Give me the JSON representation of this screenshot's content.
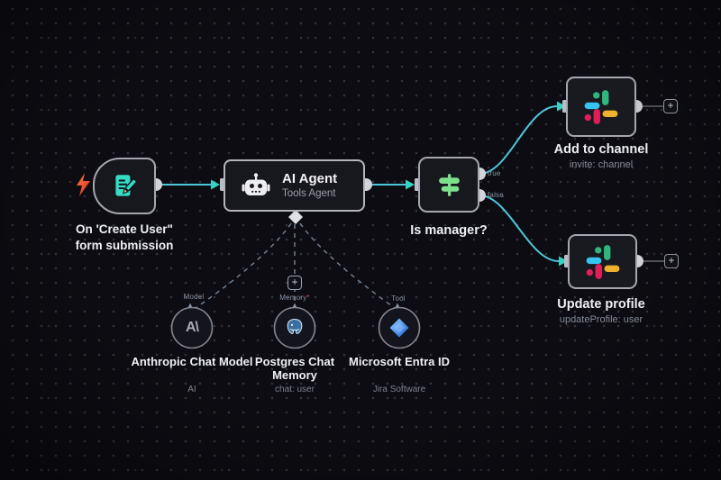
{
  "nodes": {
    "trigger": {
      "label_line1": "On 'Create User\"",
      "label_line2": "form submission"
    },
    "agent": {
      "title": "AI Agent",
      "subtitle": "Tools Agent"
    },
    "switch": {
      "label": "Is manager?",
      "output_true": "true",
      "output_false": "false"
    },
    "slack_invite": {
      "label": "Add to channel",
      "subtitle": "invite: channel"
    },
    "slack_update": {
      "label": "Update profile",
      "subtitle": "updateProfile: user"
    },
    "model": {
      "label_line1": "Anthropic Chat",
      "label_line2": "Model",
      "subtitle": "AI",
      "port": "Model"
    },
    "memory": {
      "label_line1": "Postgres Chat",
      "label_line2": "Memory",
      "subtitle": "chat: user",
      "port": "Memory",
      "required": "*"
    },
    "tool": {
      "label_line1": "Microsoft Entra",
      "label_line2": "ID",
      "subtitle": "Jira Software",
      "port": "Tool"
    }
  },
  "controls": {
    "plus": "+"
  },
  "icons": {
    "anthropic_glyph": "A\\"
  },
  "colors": {
    "canvas_bg": "#0c0c12",
    "node_bg": "#17171e",
    "node_border": "#a6a6b0",
    "wire": "#4fc6da",
    "wire_arrow": "#35d3c0",
    "dashed": "#7b89a0",
    "trigger_icon_teal": "#35dcc3",
    "bolt_red": "#e8442e",
    "switch_green": "#7de08d",
    "slack_blue": "#36C5F0",
    "slack_green": "#2EB67D",
    "slack_yellow": "#ECB22E",
    "slack_pink": "#E01E5A",
    "postgres_blue": "#3a6fa0",
    "entra_blue": "#4aa1f3"
  }
}
